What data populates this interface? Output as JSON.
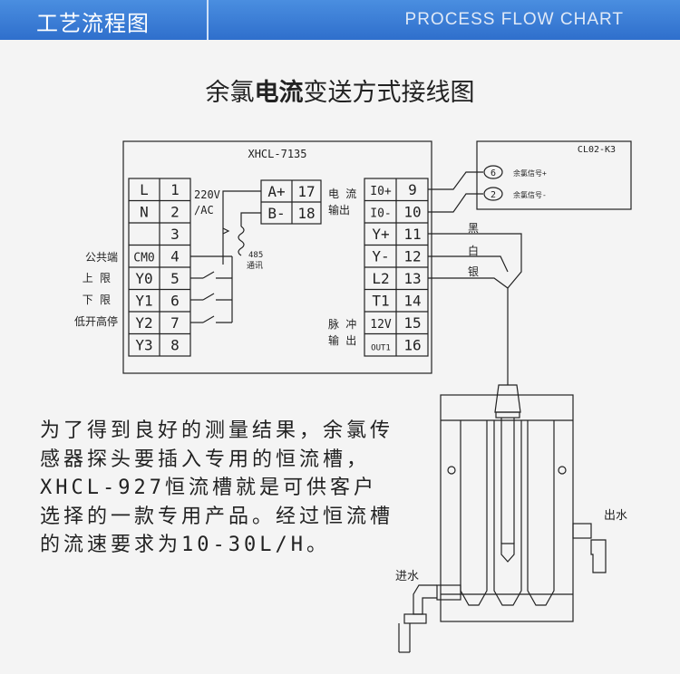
{
  "header": {
    "title": "工艺流程图",
    "subtitle": "PROCESS FLOW CHART"
  },
  "diagram": {
    "title_part1": "余氯",
    "title_bold": "电流",
    "title_part2": "变送方式接线图",
    "device_model": "XHCL-7135",
    "sensor_model": "CL02-K3",
    "left_terminals": [
      {
        "label": "L",
        "num": "1"
      },
      {
        "label": "N",
        "num": "2"
      },
      {
        "label": "",
        "num": "3"
      },
      {
        "label": "CM0",
        "num": "4"
      },
      {
        "label": "Y0",
        "num": "5"
      },
      {
        "label": "Y1",
        "num": "6"
      },
      {
        "label": "Y2",
        "num": "7"
      },
      {
        "label": "Y3",
        "num": "8"
      }
    ],
    "middle_terminals": [
      {
        "label": "A+",
        "num": "17"
      },
      {
        "label": "B-",
        "num": "18"
      }
    ],
    "right_terminals": [
      {
        "label": "I0+",
        "num": "9"
      },
      {
        "label": "I0-",
        "num": "10"
      },
      {
        "label": "Y+",
        "num": "11"
      },
      {
        "label": "Y-",
        "num": "12"
      },
      {
        "label": "L2",
        "num": "13"
      },
      {
        "label": "T1",
        "num": "14"
      },
      {
        "label": "12V",
        "num": "15"
      },
      {
        "label": "OUT1",
        "num": "16"
      }
    ],
    "power_label_1": "220V",
    "power_label_2": "/AC",
    "comm_label_1": "485",
    "comm_label_2": "通讯",
    "current_output_1": "电 流",
    "current_output_2": "输出",
    "pulse_output_1": "脉 冲",
    "pulse_output_2": "输 出",
    "common_label": "公共端",
    "upper_limit_label": "上 限",
    "lower_limit_label": "下 限",
    "low_open_high_stop_label": "低开高停",
    "sensor_signal_plus": "余氯信号+",
    "sensor_signal_minus": "余氯信号-",
    "sensor_pin_6": "6",
    "sensor_pin_2": "2",
    "wire_black": "黑",
    "wire_white": "白",
    "wire_silver": "银",
    "outlet_label": "出水",
    "inlet_label": "进水"
  },
  "description": "为了得到良好的测量结果，余氯传感器探头要插入专用的恒流槽，XHCL-927恒流槽就是可供客户选择的一款专用产品。经过恒流槽的流速要求为10-30L/H。",
  "colors": {
    "header_bg": "#3a7fd8",
    "line": "#222222"
  }
}
